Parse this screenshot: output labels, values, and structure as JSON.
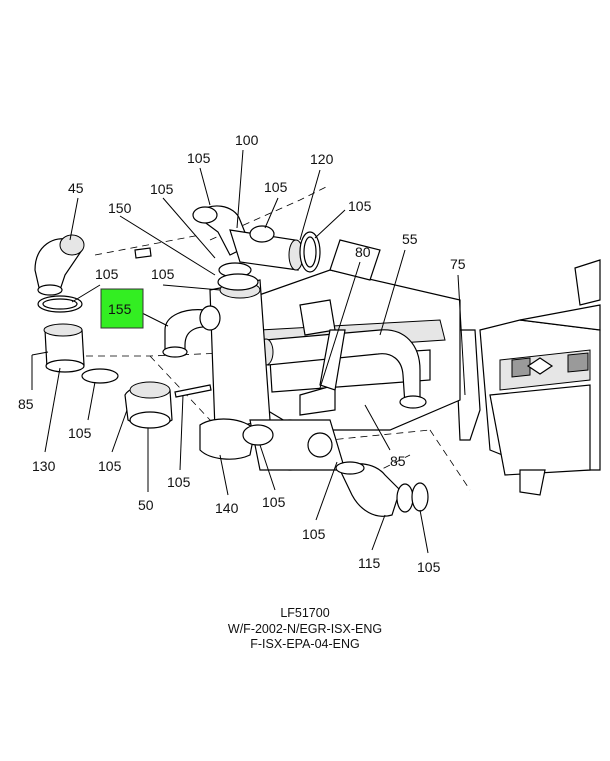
{
  "caption": {
    "line1": "LF51700",
    "line2": "W/F-2002-N/EGR-ISX-ENG",
    "line3": "F-ISX-EPA-04-ENG"
  },
  "highlight_color": "#33ee22",
  "callouts": {
    "c100": "100",
    "c105_top": "105",
    "c120": "120",
    "c45": "45",
    "c105_a": "105",
    "c105_b": "105",
    "c150": "150",
    "c105_c": "105",
    "c80": "80",
    "c55": "55",
    "c105_d": "105",
    "c105_e": "105",
    "c155": "155",
    "c75": "75",
    "c85_left": "85",
    "c105_f": "105",
    "c130": "130",
    "c105_g": "105",
    "c105_h": "105",
    "c85_right": "85",
    "c50": "50",
    "c140": "140",
    "c105_i": "105",
    "c105_j": "105",
    "c115": "115",
    "c105_k": "105"
  }
}
